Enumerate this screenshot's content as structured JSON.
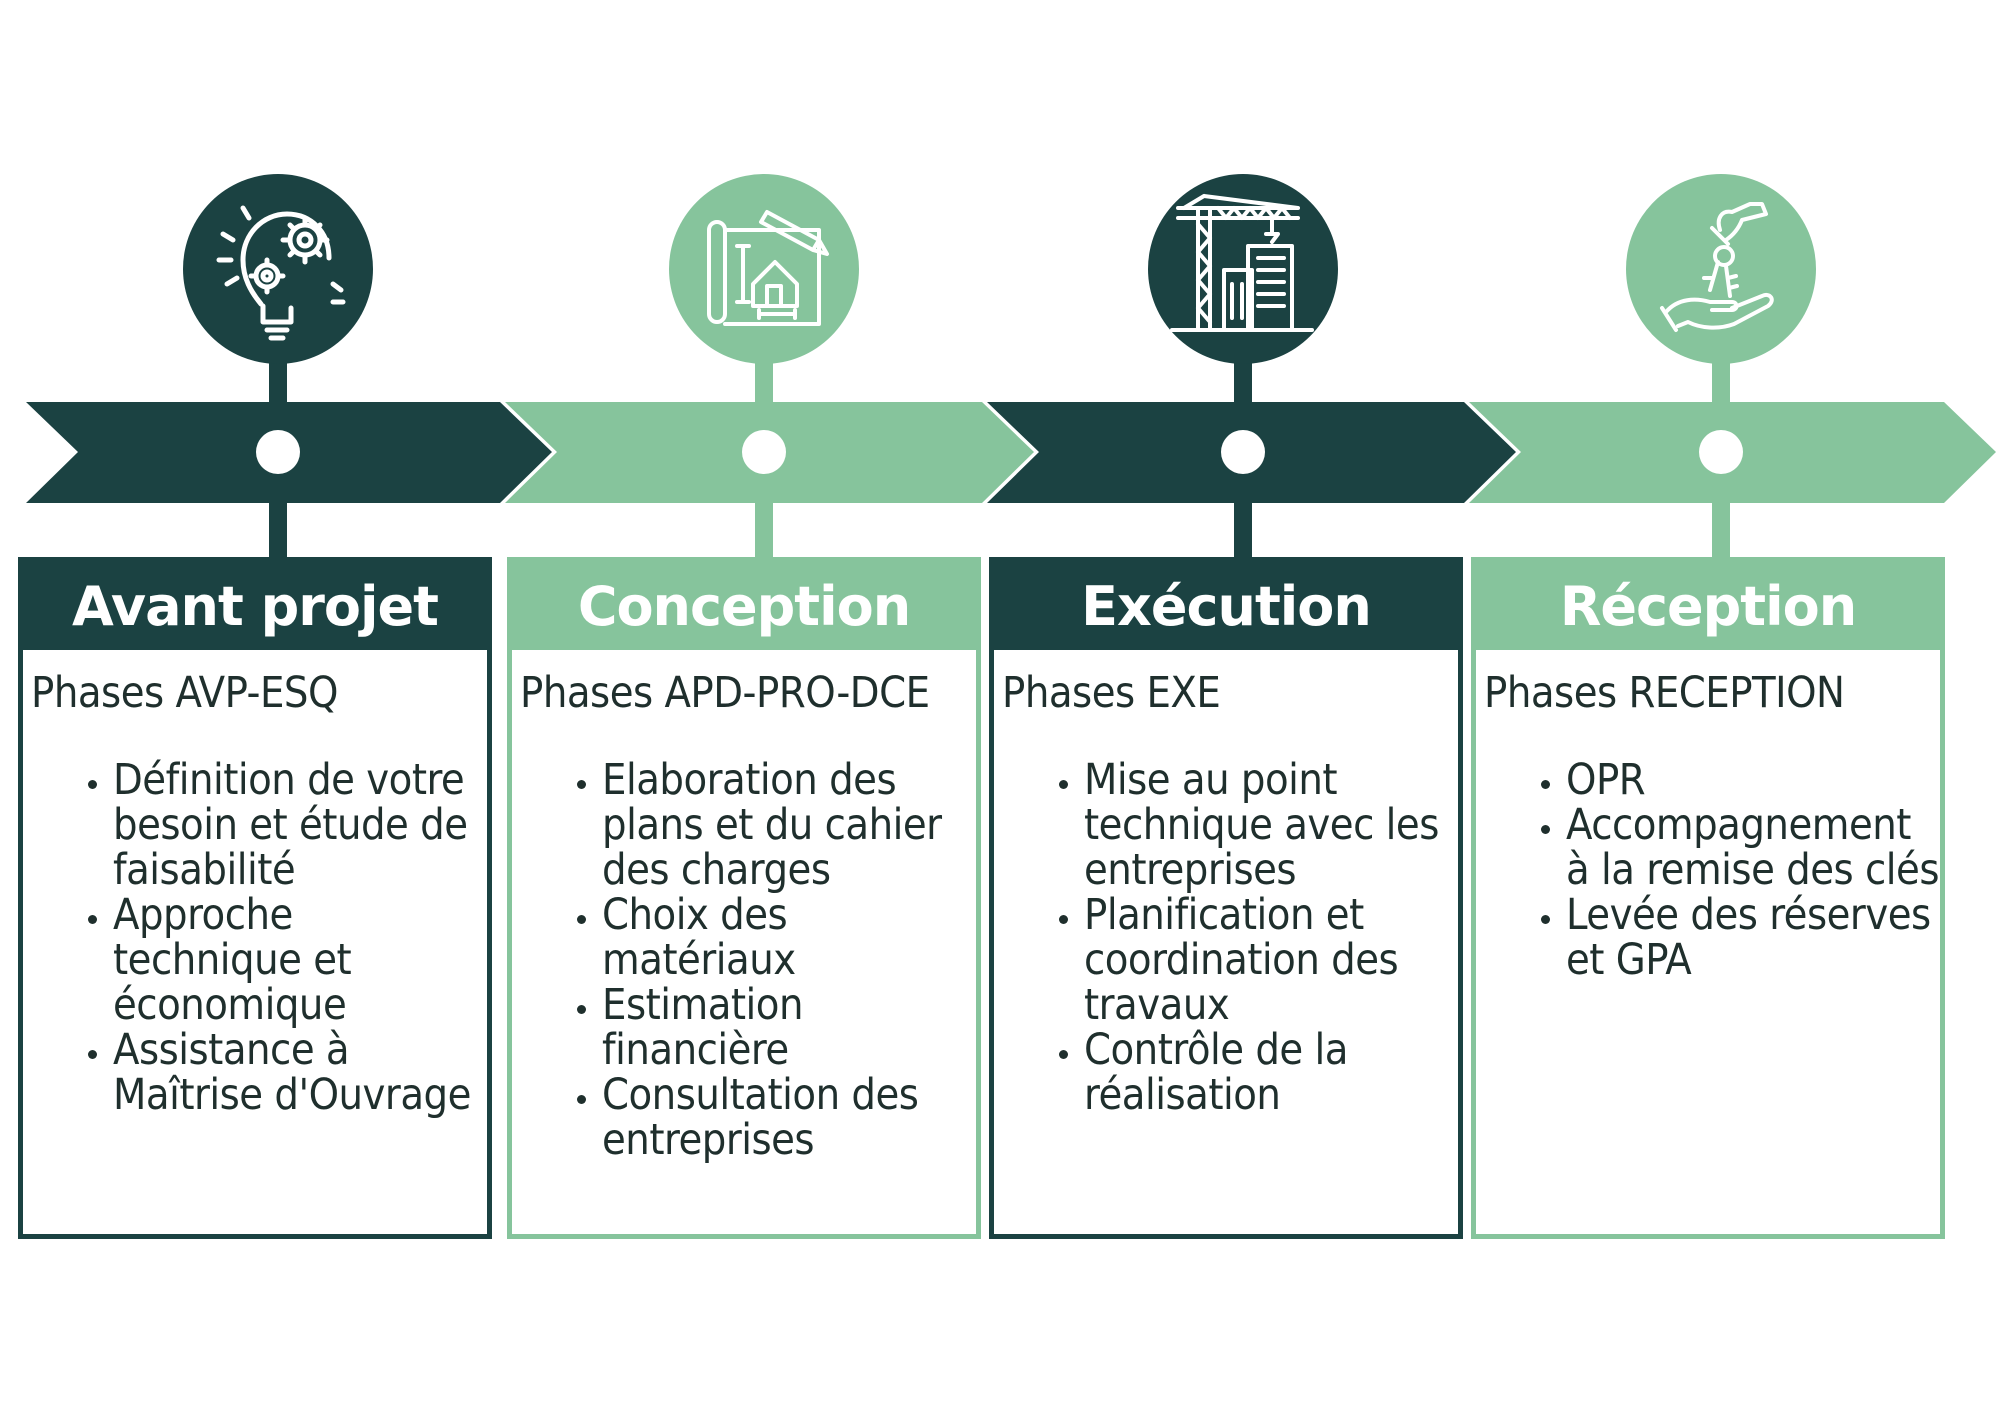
{
  "colors": {
    "dark": "#1b4242",
    "light": "#86c49c",
    "text": "#1f2f2d",
    "white": "#ffffff"
  },
  "phases": [
    {
      "title": "Avant projet",
      "subtitle": "Phases AVP-ESQ",
      "theme": "dark",
      "icon": "lightbulb-gears-icon",
      "items": [
        "Définition de votre besoin et étude de faisabilité",
        "Approche technique et économique",
        "Assistance à Maîtrise d'Ouvrage"
      ]
    },
    {
      "title": "Conception",
      "subtitle": "Phases APD-PRO-DCE",
      "theme": "light",
      "icon": "blueprint-house-icon",
      "items": [
        "Elaboration des plans et du cahier des charges",
        "Choix des matériaux",
        "Estimation financière",
        "Consultation des entreprises"
      ]
    },
    {
      "title": "Exécution",
      "subtitle": "Phases EXE",
      "theme": "dark",
      "icon": "construction-crane-icon",
      "items": [
        "Mise au point technique avec les entreprises",
        "Planification et coordination des travaux",
        "Contrôle de la réalisation"
      ]
    },
    {
      "title": "Réception",
      "subtitle": "Phases RECEPTION",
      "theme": "light",
      "icon": "hand-keys-icon",
      "items": [
        "OPR",
        "Accompagnement à la remise des clés",
        "Levée des réserves et GPA"
      ]
    }
  ]
}
